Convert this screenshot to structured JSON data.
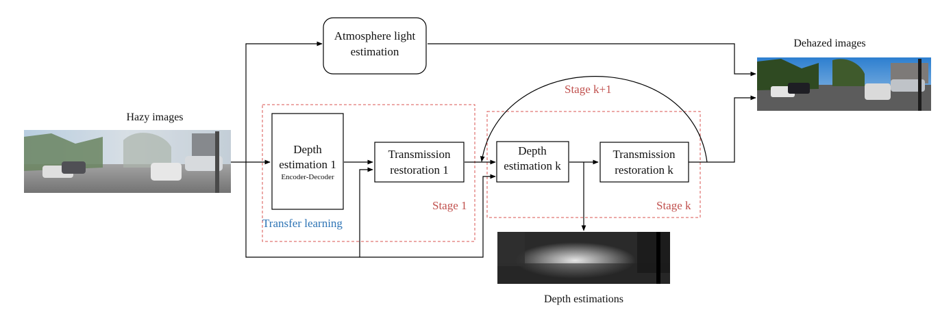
{
  "nodes": {
    "atmosphere": {
      "line1": "Atmosphere light",
      "line2": "estimation"
    },
    "depth1": {
      "line1": "Depth",
      "line2": "estimation 1",
      "sub": "Encoder-Decoder"
    },
    "trans1": {
      "line1": "Transmission",
      "line2": "restoration 1"
    },
    "depthk": {
      "line1": "Depth",
      "line2": "estimation k"
    },
    "transk": {
      "line1": "Transmission",
      "line2": "restoration k"
    }
  },
  "labels": {
    "hazy": "Hazy images",
    "dehazed": "Dehazed images",
    "depth_est": "Depth estimations",
    "stage1": "Stage 1",
    "stagek": "Stage k",
    "stagek1": "Stage k+1",
    "transfer": "Transfer learning"
  },
  "colors": {
    "stage_red": "#c0504d",
    "transfer_blue": "#2e74b5"
  }
}
